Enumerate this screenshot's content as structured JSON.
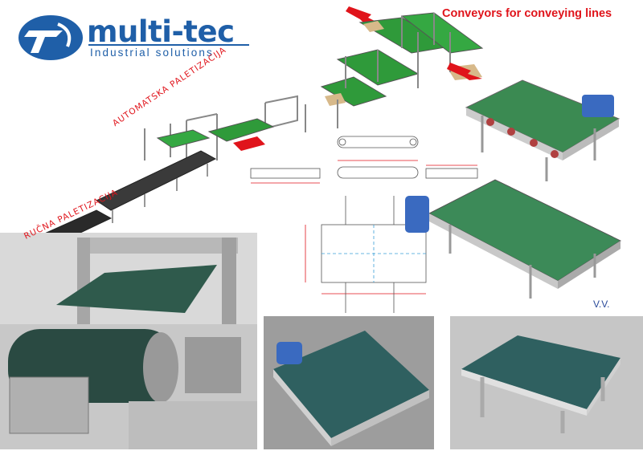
{
  "brand": {
    "name": "multi-tec",
    "tagline": "Industrial solutions",
    "color": "#1f5fa8"
  },
  "headline": "Conveyors for conveying lines",
  "line_labels": {
    "automatic": "AUTOMATSKA PALETIZACIJA",
    "manual": "RUČNA PALETIZACIJA"
  },
  "signature": "V.V.",
  "colors": {
    "accent_red": "#e0141b",
    "belt_green": "#2f9a3a",
    "belt_dark": "#2c5a4c",
    "motor_blue": "#3a6ac0",
    "frame_grey": "#9a9a9a"
  },
  "icons": [
    "logo-mark-icon",
    "flow-arrow-icon"
  ]
}
